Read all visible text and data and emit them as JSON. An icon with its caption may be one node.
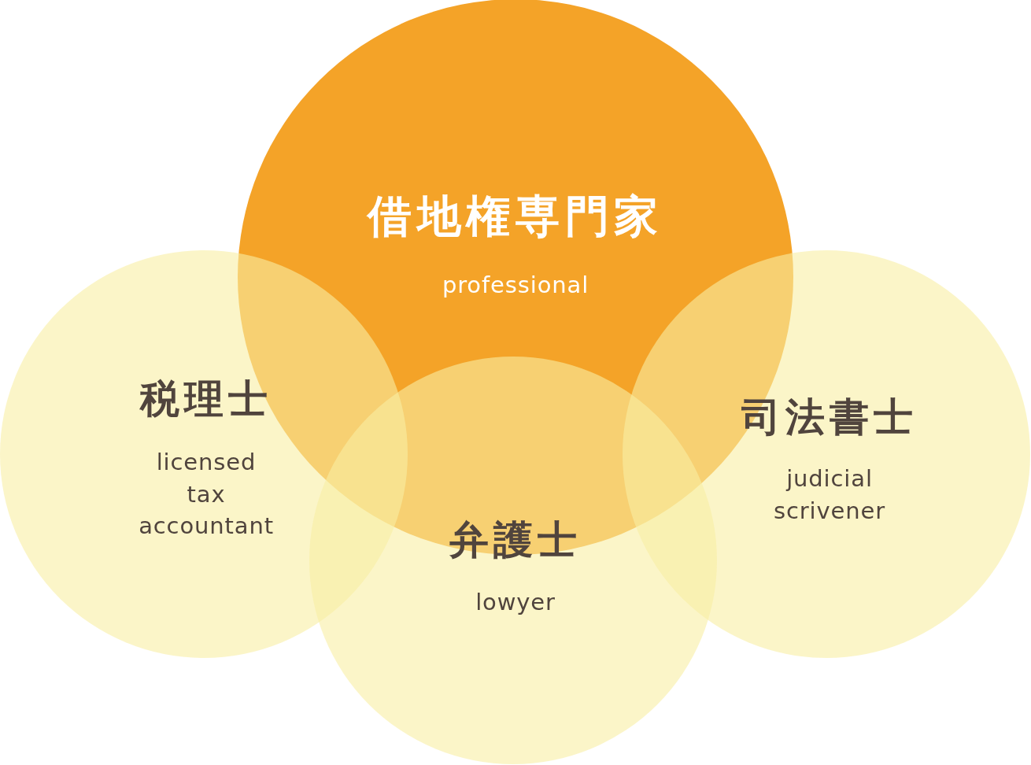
{
  "diagram": {
    "nodes": [
      {
        "text": [
          "借地権専門家",
          "professional"
        ]
      },
      {
        "text": [
          "税理士",
          "licensed tax accountant"
        ]
      },
      {
        "text": [
          "司法書士",
          "judicial scrivener"
        ]
      },
      {
        "text": [
          "弁護士",
          "lowyer"
        ]
      }
    ]
  }
}
